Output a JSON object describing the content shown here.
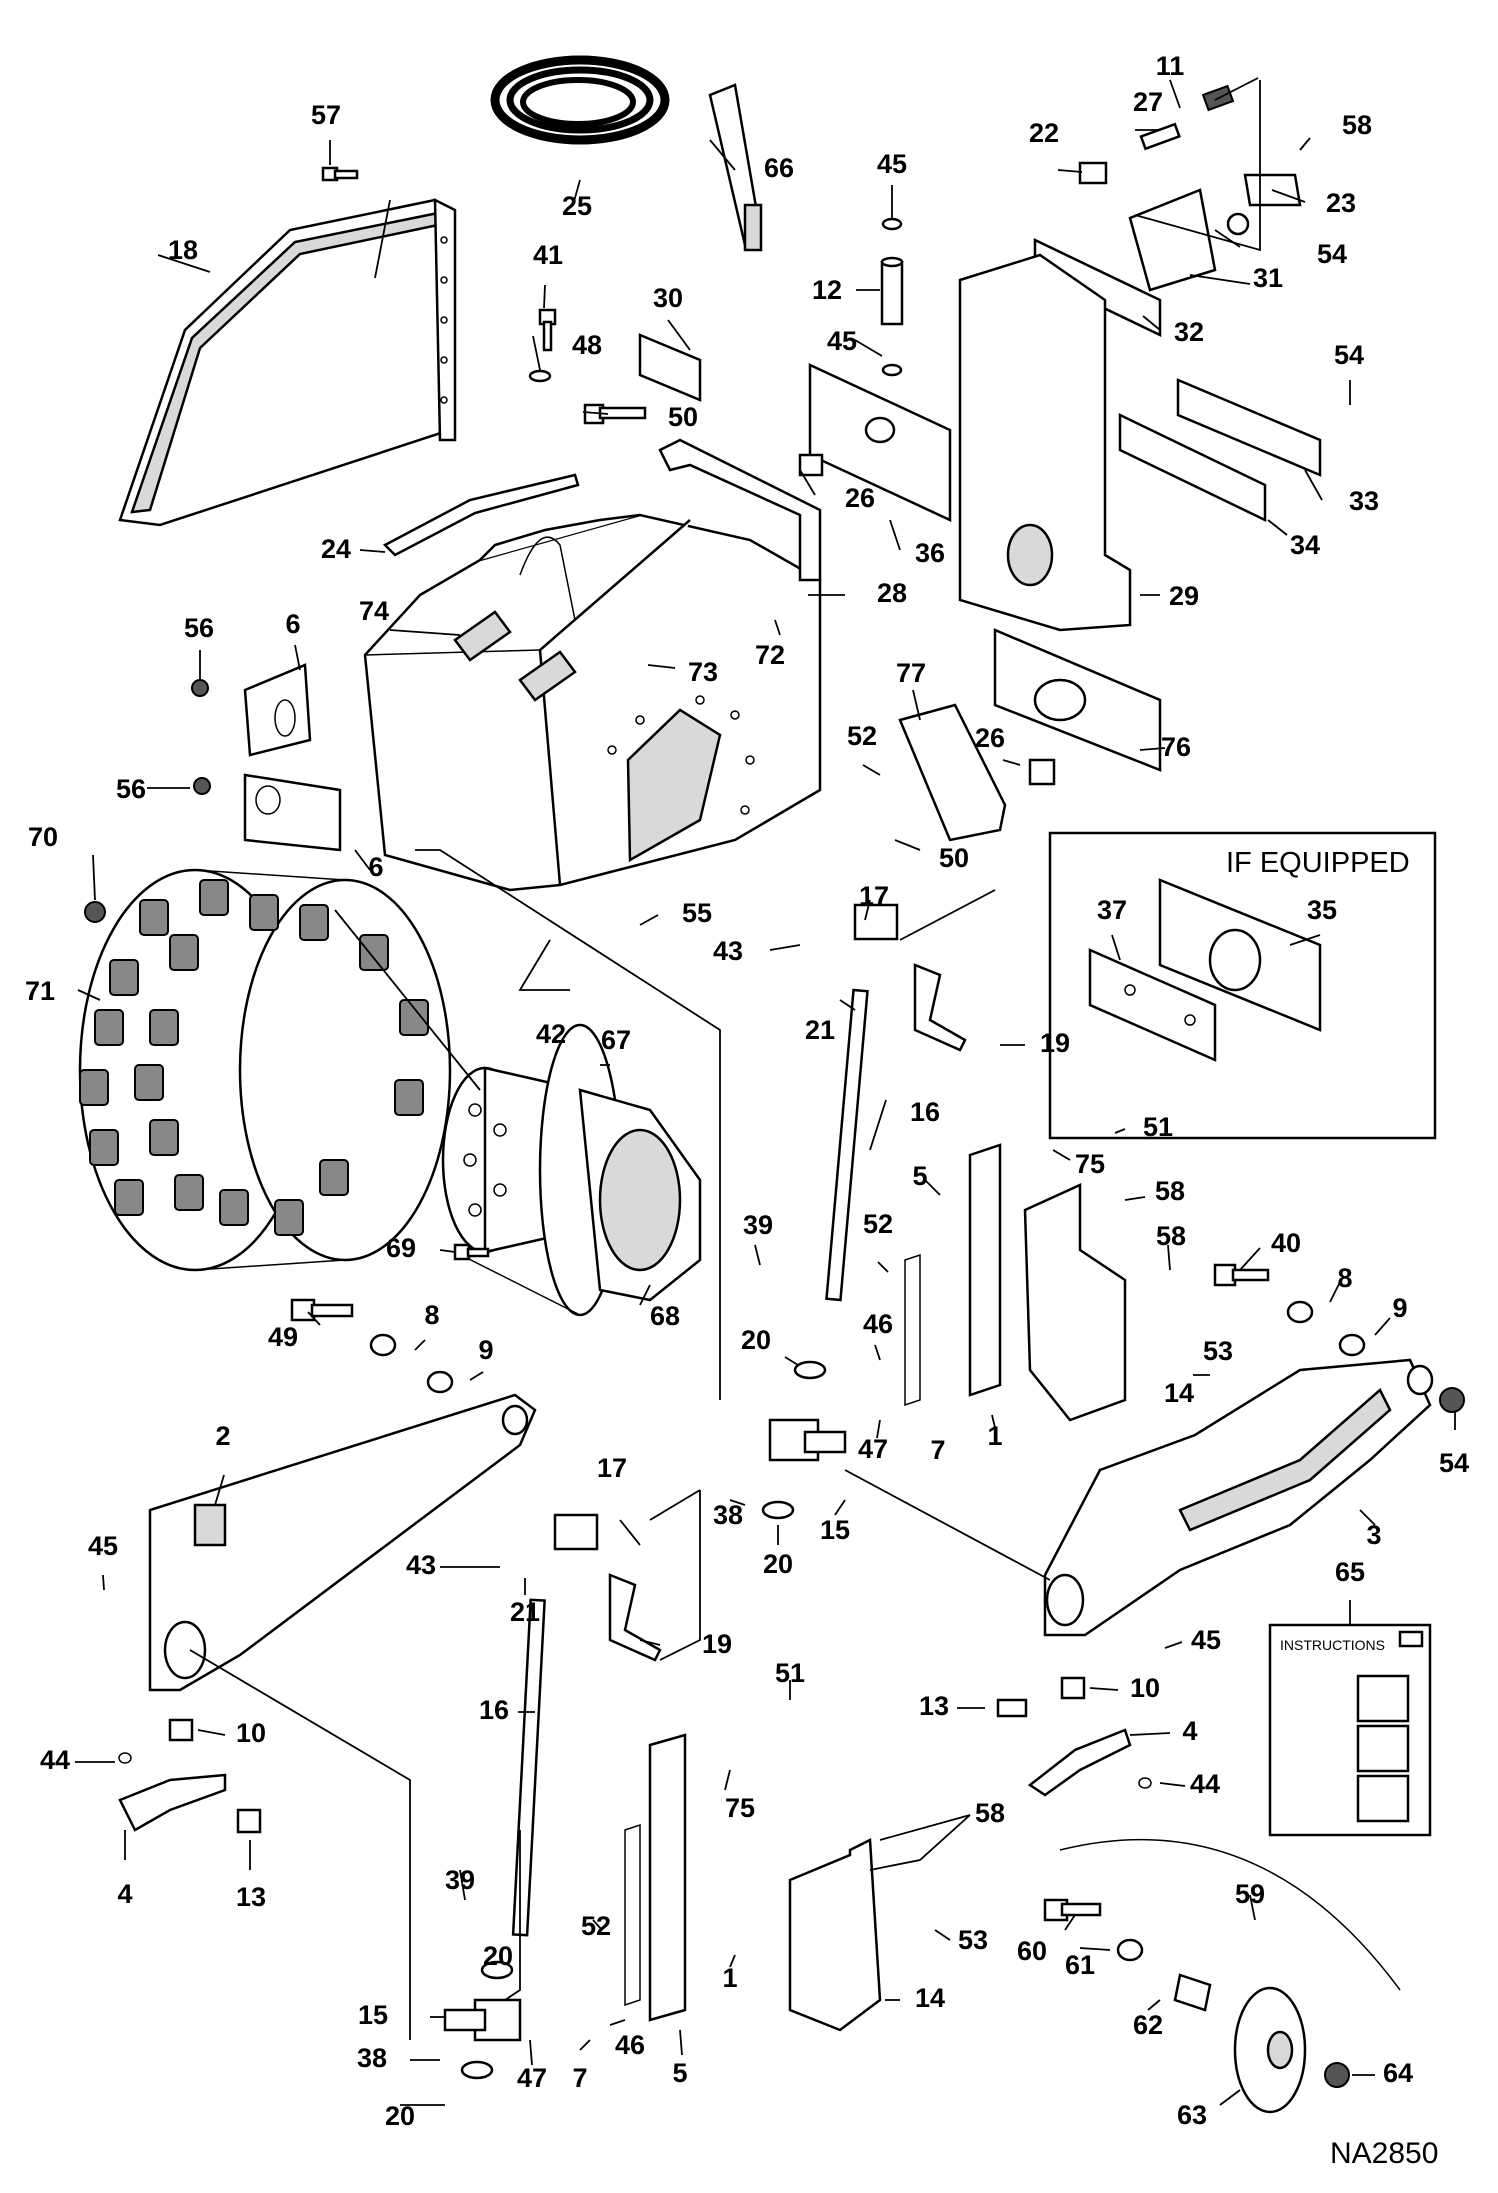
{
  "drawing": {
    "number": "NA2850",
    "if_equipped_label": "IF EQUIPPED",
    "instructions_label": "INSTRUCTIONS"
  },
  "callouts": [
    {
      "n": "11"
    },
    {
      "n": "27"
    },
    {
      "n": "58"
    },
    {
      "n": "22"
    },
    {
      "n": "23"
    },
    {
      "n": "54"
    },
    {
      "n": "31"
    },
    {
      "n": "32"
    },
    {
      "n": "57"
    },
    {
      "n": "25"
    },
    {
      "n": "66"
    },
    {
      "n": "45"
    },
    {
      "n": "12"
    },
    {
      "n": "45"
    },
    {
      "n": "18"
    },
    {
      "n": "41"
    },
    {
      "n": "48"
    },
    {
      "n": "30"
    },
    {
      "n": "50"
    },
    {
      "n": "54"
    },
    {
      "n": "33"
    },
    {
      "n": "26"
    },
    {
      "n": "36"
    },
    {
      "n": "34"
    },
    {
      "n": "24"
    },
    {
      "n": "28"
    },
    {
      "n": "29"
    },
    {
      "n": "74"
    },
    {
      "n": "73"
    },
    {
      "n": "72"
    },
    {
      "n": "56"
    },
    {
      "n": "6"
    },
    {
      "n": "77"
    },
    {
      "n": "26"
    },
    {
      "n": "76"
    },
    {
      "n": "52"
    },
    {
      "n": "56"
    },
    {
      "n": "70"
    },
    {
      "n": "6"
    },
    {
      "n": "50"
    },
    {
      "n": "17"
    },
    {
      "n": "55"
    },
    {
      "n": "43"
    },
    {
      "n": "71"
    },
    {
      "n": "42"
    },
    {
      "n": "21"
    },
    {
      "n": "19"
    },
    {
      "n": "67"
    },
    {
      "n": "16"
    },
    {
      "n": "51"
    },
    {
      "n": "75"
    },
    {
      "n": "5"
    },
    {
      "n": "58"
    },
    {
      "n": "69"
    },
    {
      "n": "39"
    },
    {
      "n": "52"
    },
    {
      "n": "58"
    },
    {
      "n": "40"
    },
    {
      "n": "68"
    },
    {
      "n": "8"
    },
    {
      "n": "9"
    },
    {
      "n": "49"
    },
    {
      "n": "8"
    },
    {
      "n": "9"
    },
    {
      "n": "20"
    },
    {
      "n": "46"
    },
    {
      "n": "53"
    },
    {
      "n": "14"
    },
    {
      "n": "54"
    },
    {
      "n": "47"
    },
    {
      "n": "7"
    },
    {
      "n": "1"
    },
    {
      "n": "2"
    },
    {
      "n": "38"
    },
    {
      "n": "15"
    },
    {
      "n": "17"
    },
    {
      "n": "20"
    },
    {
      "n": "3"
    },
    {
      "n": "65"
    },
    {
      "n": "45"
    },
    {
      "n": "43"
    },
    {
      "n": "21"
    },
    {
      "n": "19"
    },
    {
      "n": "45"
    },
    {
      "n": "10"
    },
    {
      "n": "51"
    },
    {
      "n": "10"
    },
    {
      "n": "16"
    },
    {
      "n": "13"
    },
    {
      "n": "4"
    },
    {
      "n": "44"
    },
    {
      "n": "75"
    },
    {
      "n": "44"
    },
    {
      "n": "4"
    },
    {
      "n": "13"
    },
    {
      "n": "58"
    },
    {
      "n": "59"
    },
    {
      "n": "39"
    },
    {
      "n": "52"
    },
    {
      "n": "53"
    },
    {
      "n": "60"
    },
    {
      "n": "61"
    },
    {
      "n": "1"
    },
    {
      "n": "14"
    },
    {
      "n": "62"
    },
    {
      "n": "20"
    },
    {
      "n": "15"
    },
    {
      "n": "38"
    },
    {
      "n": "46"
    },
    {
      "n": "47"
    },
    {
      "n": "7"
    },
    {
      "n": "5"
    },
    {
      "n": "20"
    },
    {
      "n": "63"
    },
    {
      "n": "64"
    },
    {
      "n": "37"
    },
    {
      "n": "35"
    }
  ]
}
